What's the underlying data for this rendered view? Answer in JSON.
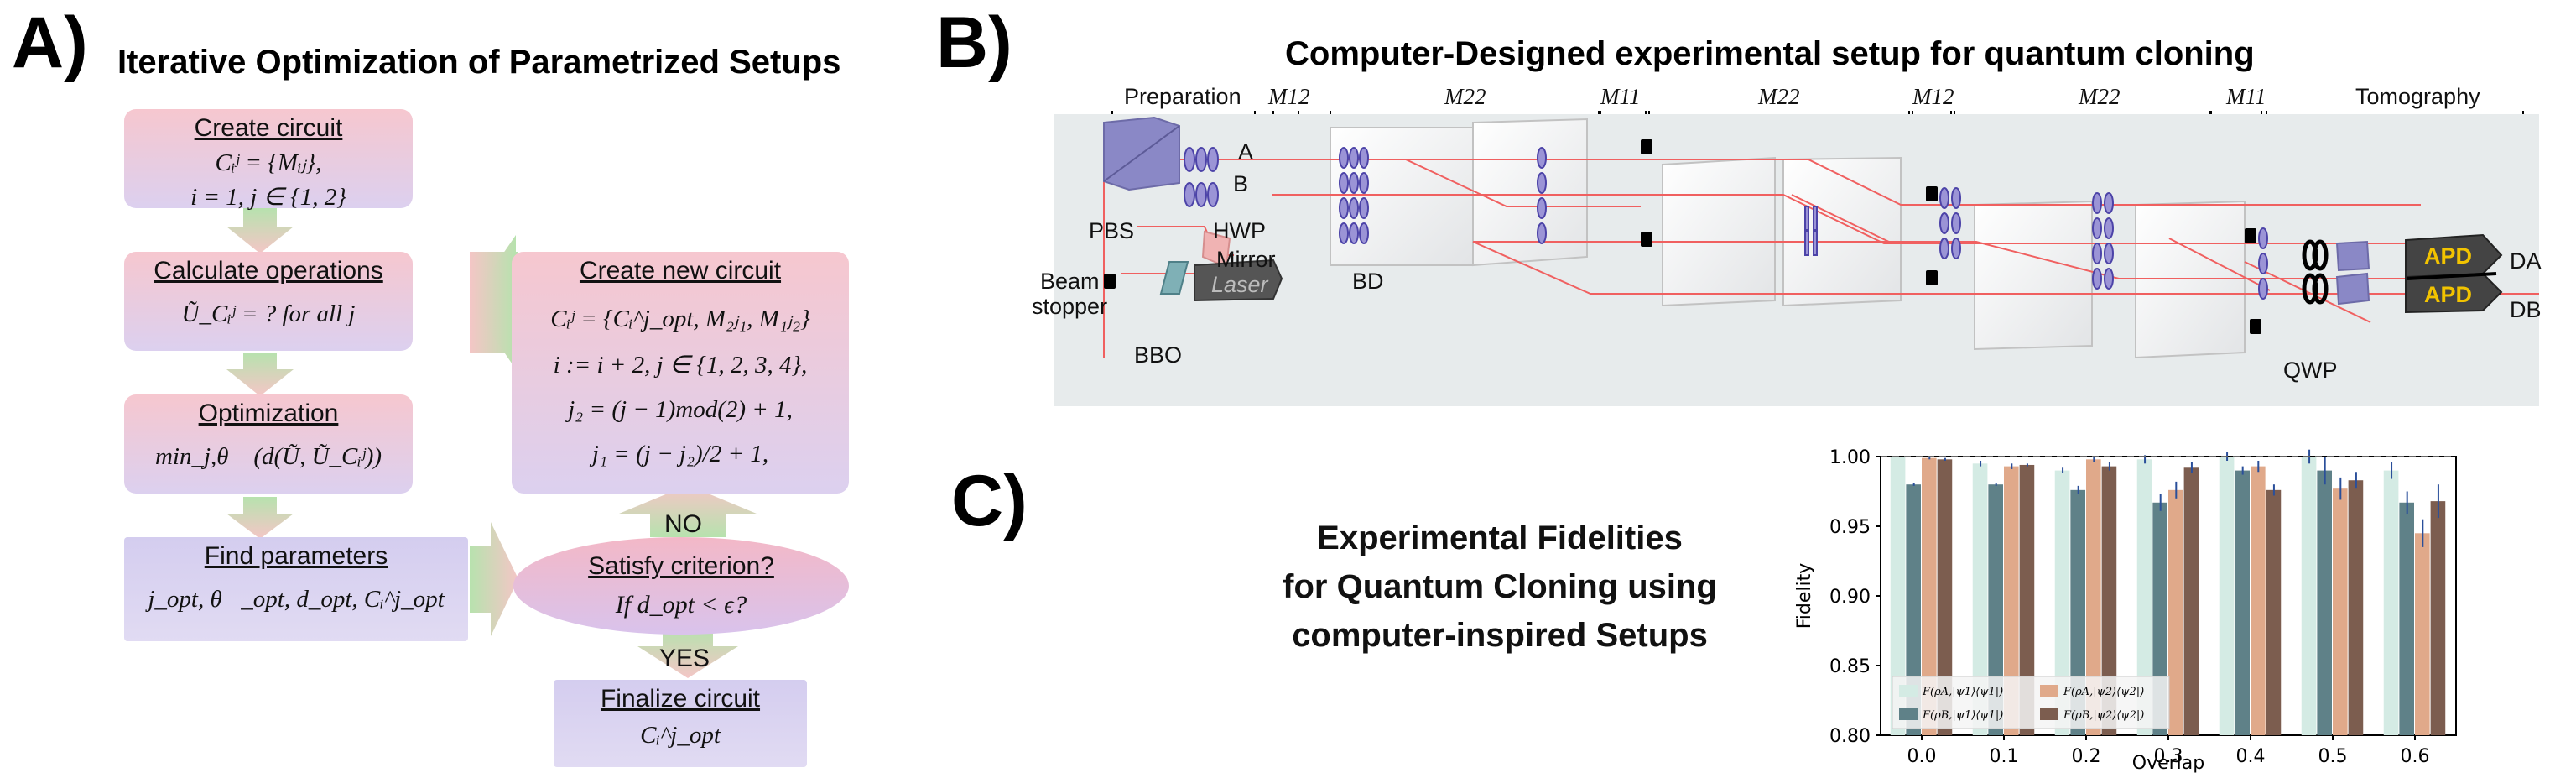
{
  "panelA": {
    "letter": "A)",
    "title": "Iterative Optimization of Parametrized Setups",
    "create_circuit": {
      "header": "Create circuit",
      "line1": "Cᵢʲ = {Mᵢⱼ},",
      "line2": "i = 1, j ∈ {1, 2}"
    },
    "calc_ops": {
      "header": "Calculate operations",
      "line1": "Ũ_Cᵢʲ = ? for all j"
    },
    "optimization": {
      "header": "Optimization",
      "line1": "min_j,θ⃗ (d(Ũ, Ũ_Cᵢʲ))"
    },
    "find_params": {
      "header": "Find parameters",
      "line1": "j_opt, θ⃗_opt, d_opt, Cᵢ^j_opt"
    },
    "new_circuit": {
      "header": "Create new circuit",
      "line1": "Cᵢʲ = {Cᵢ^j_opt, M₂ⱼ₁, M₁ⱼ₂}",
      "line2": "i := i + 2, j ∈ {1, 2, 3, 4},",
      "line3": "j₂ = (j − 1)mod(2) + 1,",
      "line4": "j₁ = (j − j₂)/2 + 1,"
    },
    "criterion": {
      "header": "Satisfy criterion?",
      "line1": "If d_opt < ϵ?"
    },
    "no_label": "NO",
    "yes_label": "YES",
    "finalize": {
      "header": "Finalize circuit",
      "line1": "Cᵢ^j_opt"
    }
  },
  "panelB": {
    "letter": "B)",
    "title": "Computer-Designed experimental setup for quantum cloning",
    "sections": [
      {
        "label": "Preparation"
      },
      {
        "label": "M12"
      },
      {
        "label": "M22"
      },
      {
        "label": "M11"
      },
      {
        "label": "M22"
      },
      {
        "label": "M12"
      },
      {
        "label": "M22"
      },
      {
        "label": "M11"
      },
      {
        "label": "Tomography"
      }
    ],
    "labels": {
      "A": "A",
      "B": "B",
      "PBS": "PBS",
      "HWP": "HWP",
      "Mirror": "Mirror",
      "beam1": "Beam",
      "beam2": "stopper",
      "BBO": "BBO",
      "Laser": "Laser",
      "BD": "BD",
      "QWP": "QWP",
      "APD1": "APD",
      "APD2": "APD",
      "DA": "DA",
      "DB": "DB"
    }
  },
  "panelC": {
    "letter": "C)",
    "title_lines": [
      "Experimental Fidelities",
      "for Quantum Cloning using",
      "computer-inspired Setups"
    ]
  },
  "chart_data": {
    "type": "bar",
    "xlabel": "Overlap",
    "ylabel": "Fidelity",
    "categories": [
      "0.0",
      "0.1",
      "0.2",
      "0.3",
      "0.4",
      "0.5",
      "0.6"
    ],
    "ylim": [
      0.8,
      1.0
    ],
    "yticks": [
      "0.80",
      "0.85",
      "0.90",
      "0.95",
      "1.00"
    ],
    "reference_line": 1.0,
    "series": [
      {
        "name": "F(ρA,|ψ1⟩⟨ψ1|)",
        "color": "#d4ebe4",
        "values": [
          1.0,
          0.995,
          0.99,
          0.998,
          1.0,
          1.0,
          0.99
        ],
        "errors": [
          0,
          0.002,
          0.002,
          0.003,
          0.003,
          0.005,
          0.006
        ]
      },
      {
        "name": "F(ρB,|ψ1⟩⟨ψ1|)",
        "color": "#5f8188",
        "values": [
          0.98,
          0.98,
          0.976,
          0.967,
          0.99,
          0.99,
          0.967
        ],
        "errors": [
          0.001,
          0.001,
          0.003,
          0.006,
          0.003,
          0.01,
          0.008
        ]
      },
      {
        "name": "F(ρA,|ψ2⟩⟨ψ2|)",
        "color": "#e0a98a",
        "values": [
          0.999,
          0.993,
          0.998,
          0.976,
          0.993,
          0.977,
          0.945
        ],
        "errors": [
          0.001,
          0.002,
          0.002,
          0.006,
          0.004,
          0.008,
          0.01
        ]
      },
      {
        "name": "F(ρB,|ψ2⟩⟨ψ2|)",
        "color": "#7c5d4f",
        "values": [
          0.998,
          0.994,
          0.993,
          0.992,
          0.976,
          0.983,
          0.968
        ],
        "errors": [
          0.001,
          0.001,
          0.003,
          0.004,
          0.004,
          0.006,
          0.012
        ]
      }
    ]
  }
}
